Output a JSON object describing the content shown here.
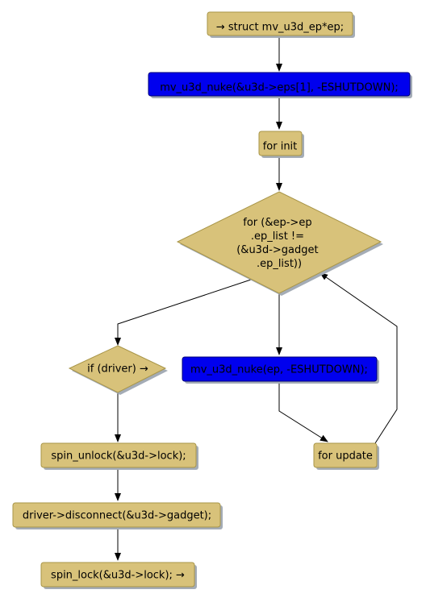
{
  "nodes": {
    "start": "→ struct mv_u3d_ep*ep;",
    "nuke_all": "mv_u3d_nuke(&u3d->eps[1], -ESHUTDOWN);",
    "for_init": "for init",
    "loop_cond": [
      "for (&ep->ep",
      ".ep_list !=",
      "(&u3d->gadget",
      ".ep_list))"
    ],
    "if_driver": "if (driver) →",
    "nuke_ep": "mv_u3d_nuke(ep, -ESHUTDOWN);",
    "for_update": "for update",
    "spin_unlock": "spin_unlock(&u3d->lock);",
    "disconnect": "driver->disconnect(&u3d->gadget);",
    "spin_lock": "spin_lock(&u3d->lock); →"
  },
  "colors": {
    "process_fill": "#d8c27a",
    "process_stroke": "#a89548",
    "call_fill": "#0000ee",
    "call_stroke": "#00007a",
    "shadow": "#a4acb6",
    "edge": "#000000",
    "text_dark": "#000000"
  }
}
